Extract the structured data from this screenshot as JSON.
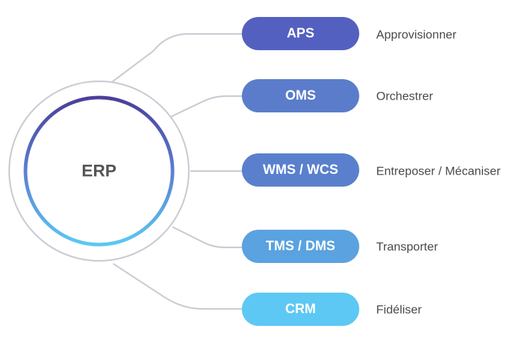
{
  "center": {
    "label": "ERP"
  },
  "colors": {
    "ring_gradient_top": "#4b3f98",
    "ring_gradient_mid": "#5b7fd0",
    "ring_gradient_bottom": "#5cc8f2",
    "outer_ring": "#c9ccd3",
    "connector": "#c9ccd3",
    "description_text": "#4a4a4a",
    "center_text": "#555555"
  },
  "modules": [
    {
      "label": "APS",
      "description": "Approvisionner",
      "color": "#5460c0"
    },
    {
      "label": "OMS",
      "description": "Orchestrer",
      "color": "#5a7ccb"
    },
    {
      "label": "WMS / WCS",
      "description": "Entreposer / Mécaniser",
      "color": "#5a80cd"
    },
    {
      "label": "TMS / DMS",
      "description": "Transporter",
      "color": "#5aa2e0"
    },
    {
      "label": "CRM",
      "description": "Fidéliser",
      "color": "#5dc8f4"
    }
  ]
}
